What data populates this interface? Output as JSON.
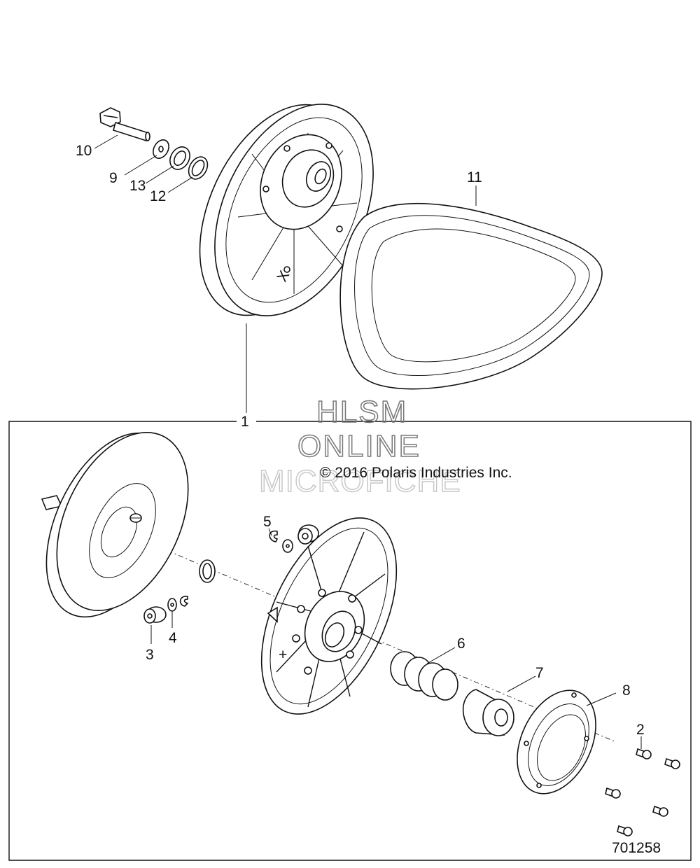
{
  "diagram": {
    "callouts": [
      "1",
      "2",
      "3",
      "4",
      "5",
      "6",
      "7",
      "8",
      "9",
      "10",
      "11",
      "12",
      "13"
    ],
    "figure_number": "701258",
    "copyright": "© 2016 Polaris Industries Inc.",
    "watermark": {
      "line1": "HLSM",
      "line2": "ONLINE",
      "line3": "MICROFICHE"
    }
  }
}
